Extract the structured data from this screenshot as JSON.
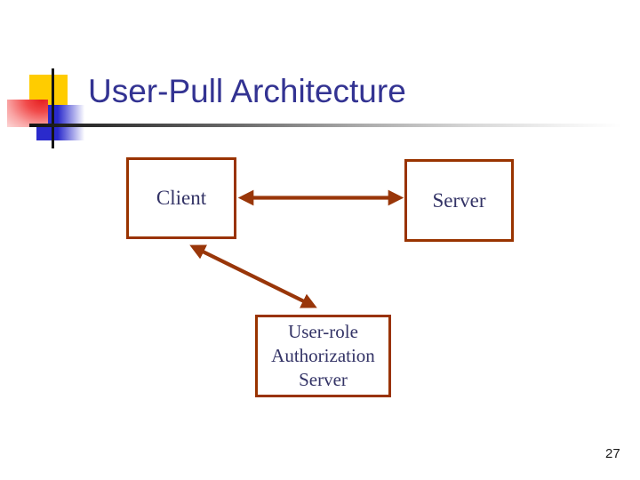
{
  "slide": {
    "title": "User-Pull Architecture",
    "page_number": "27"
  },
  "diagram": {
    "client_label": "Client",
    "server_label": "Server",
    "auth_lines": [
      "User-role",
      "Authorization",
      "Server"
    ],
    "arrows": [
      {
        "name": "client-server-arrow",
        "from": "Client",
        "to": "Server",
        "style": "double-headed"
      },
      {
        "name": "client-auth-arrow",
        "from": "Client",
        "to": "User-role Authorization Server",
        "style": "double-headed"
      }
    ]
  },
  "colors": {
    "title": "#333392",
    "box_border": "#993300",
    "box_text": "#333366",
    "arrow": "#993609",
    "decor_yellow": "#FFCC00",
    "decor_red": "#E51F1F",
    "decor_blue": "#2A2ACC"
  }
}
